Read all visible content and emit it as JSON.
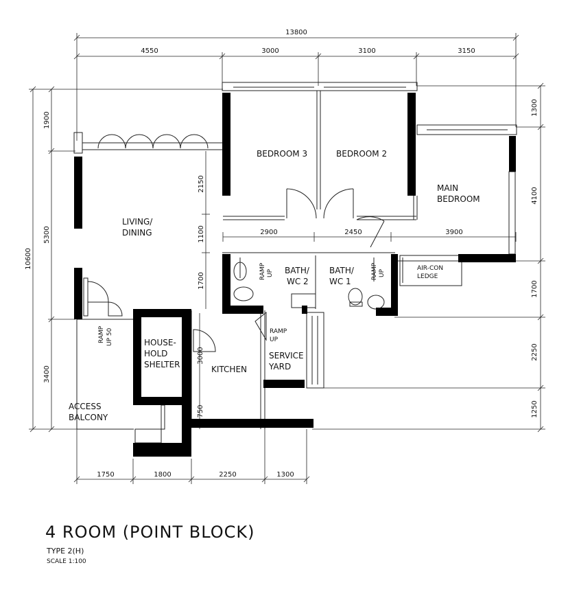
{
  "top_dims": {
    "overall": "13800",
    "segments": [
      "4550",
      "3000",
      "3100",
      "3150"
    ]
  },
  "bottom_dims": [
    "1750",
    "1800",
    "2250",
    "1300"
  ],
  "left_dims": {
    "overall": "10600",
    "segments": [
      "1900",
      "5300",
      "3400"
    ]
  },
  "right_dims": [
    "1300",
    "4100",
    "1700",
    "2250",
    "1250"
  ],
  "inner_dims": {
    "row": [
      "2900",
      "2450",
      "3900"
    ],
    "col": [
      "2150",
      "1100",
      "1700"
    ],
    "shelter_width": "3000",
    "kitchen_gap": "750"
  },
  "rooms": {
    "bedroom3": "BEDROOM 3",
    "bedroom2": "BEDROOM 2",
    "main_bedroom": [
      "MAIN",
      "BEDROOM"
    ],
    "living": [
      "LIVING/",
      "DINING"
    ],
    "bath2": [
      "BATH/",
      "WC 2"
    ],
    "bath1": [
      "BATH/",
      "WC 1"
    ],
    "aircon": [
      "AIR-CON",
      "LEDGE"
    ],
    "shelter": [
      "HOUSE-",
      "HOLD",
      "SHELTER"
    ],
    "kitchen": "KITCHEN",
    "service": [
      "SERVICE",
      "YARD"
    ],
    "access": [
      "ACCESS",
      "BALCONY"
    ]
  },
  "ramps": {
    "ramp_up": [
      "RAMP",
      "UP"
    ],
    "entrance": [
      "RAMP",
      "UP 50"
    ]
  },
  "title": "4 ROOM (POINT BLOCK)",
  "type": "TYPE 2(H)",
  "scale": "SCALE 1:100"
}
